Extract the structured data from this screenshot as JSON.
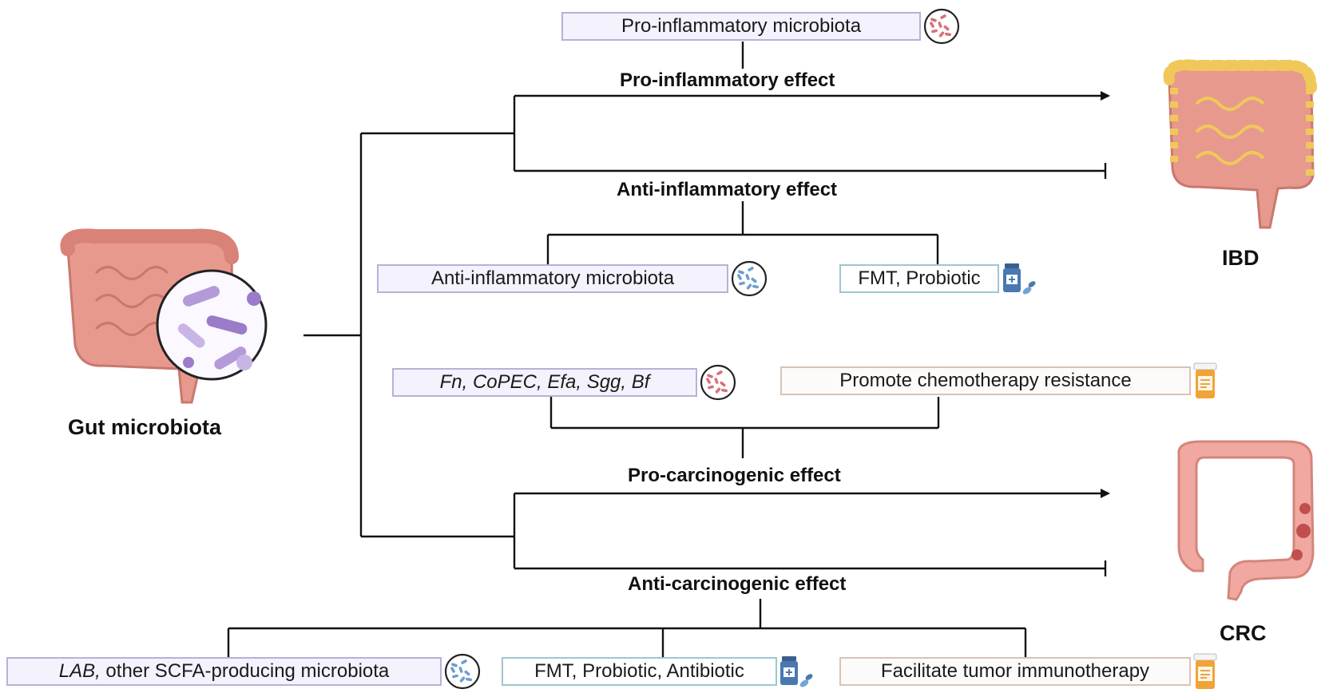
{
  "diagram": {
    "source": {
      "label": "Gut microbiota",
      "icon": "gut-microbiota-illustration-icon"
    },
    "outcomes": {
      "ibd": {
        "label": "IBD",
        "icon": "inflamed-intestine-icon",
        "accent": "#f0c85a"
      },
      "crc": {
        "label": "CRC",
        "icon": "colon-tumor-icon",
        "accent": "#c0504d"
      }
    },
    "effects": {
      "pro_inflammatory": "Pro-inflammatory effect",
      "anti_inflammatory": "Anti-inflammatory effect",
      "pro_carcinogenic": "Pro-carcinogenic effect",
      "anti_carcinogenic": "Anti-carcinogenic effect"
    },
    "boxes": {
      "pro_inflammatory_microbiota": {
        "text": "Pro-inflammatory microbiota",
        "icon": "pink-bacteria-icon"
      },
      "anti_inflammatory_microbiota": {
        "text": "Anti-inflammatory microbiota",
        "icon": "blue-bacteria-icon"
      },
      "fmt_probiotic": {
        "text": "FMT, Probiotic",
        "icon": "medicine-bottle-pills-icon"
      },
      "pro_carcinogenic_bacteria": {
        "species": [
          "Fn",
          "CoPEC",
          "Efa",
          "Sgg",
          "Bf"
        ],
        "separator": ", ",
        "icon": "pink-bacteria-icon"
      },
      "chemo_resistance": {
        "text": "Promote chemotherapy resistance",
        "icon": "pill-bottle-icon"
      },
      "lab_scfa": {
        "italic": "LAB,",
        "text": " other SCFA-producing microbiota",
        "icon": "blue-bacteria-icon"
      },
      "fmt_probiotic_antibiotic": {
        "text": "FMT, Probiotic, Antibiotic",
        "icon": "medicine-bottle-pills-icon"
      },
      "tumor_immunotherapy": {
        "text": "Facilitate tumor immunotherapy",
        "icon": "pill-bottle-icon"
      }
    },
    "colors": {
      "microbiota_box_border": "#b8b0d8",
      "intervention_box_border": "#9fc6cf",
      "outcome_box_border": "#d7c3b4",
      "pink_bacteria": "#d8707a",
      "blue_bacteria": "#6f9ed0",
      "intestine": "#e8998e"
    }
  }
}
